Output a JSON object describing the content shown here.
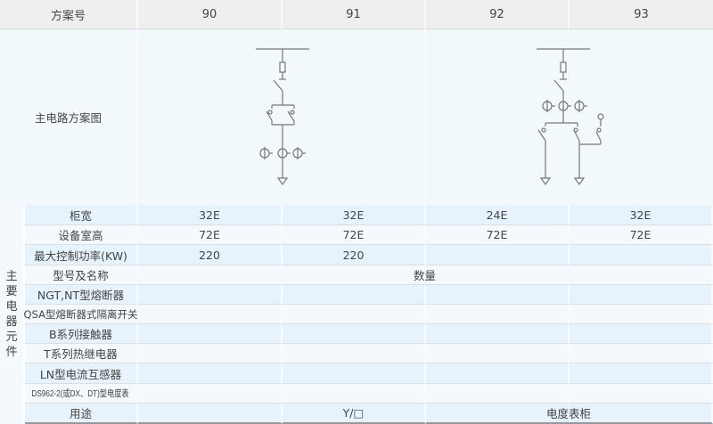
{
  "header": {
    "label": "方案号",
    "schemes": [
      "90",
      "91",
      "92",
      "93"
    ]
  },
  "diagram_row": {
    "label": "主电路方案图"
  },
  "group_label": [
    "主",
    "要",
    "电",
    "器",
    "元",
    "件"
  ],
  "rows": [
    {
      "label": "柜宽",
      "values": [
        "32E",
        "32E",
        "24E",
        "32E"
      ]
    },
    {
      "label": "设备室高",
      "values": [
        "72E",
        "72E",
        "72E",
        "72E"
      ]
    },
    {
      "label": "最大控制功率(KW)",
      "values": [
        "220",
        "220",
        "",
        ""
      ]
    }
  ],
  "quantity_row": {
    "label": "型号及名称",
    "value": "数量"
  },
  "components": [
    "NGT,NT型熔断器",
    "QSA型熔断器式隔离开关",
    "B系列接触器",
    "T系列热继电器",
    "LN型电流互感器",
    "DS962-2(或DX、DT)型电度表"
  ],
  "usage_row": {
    "label": "用途",
    "values": [
      "",
      "Y/□",
      "电度表柜"
    ]
  }
}
